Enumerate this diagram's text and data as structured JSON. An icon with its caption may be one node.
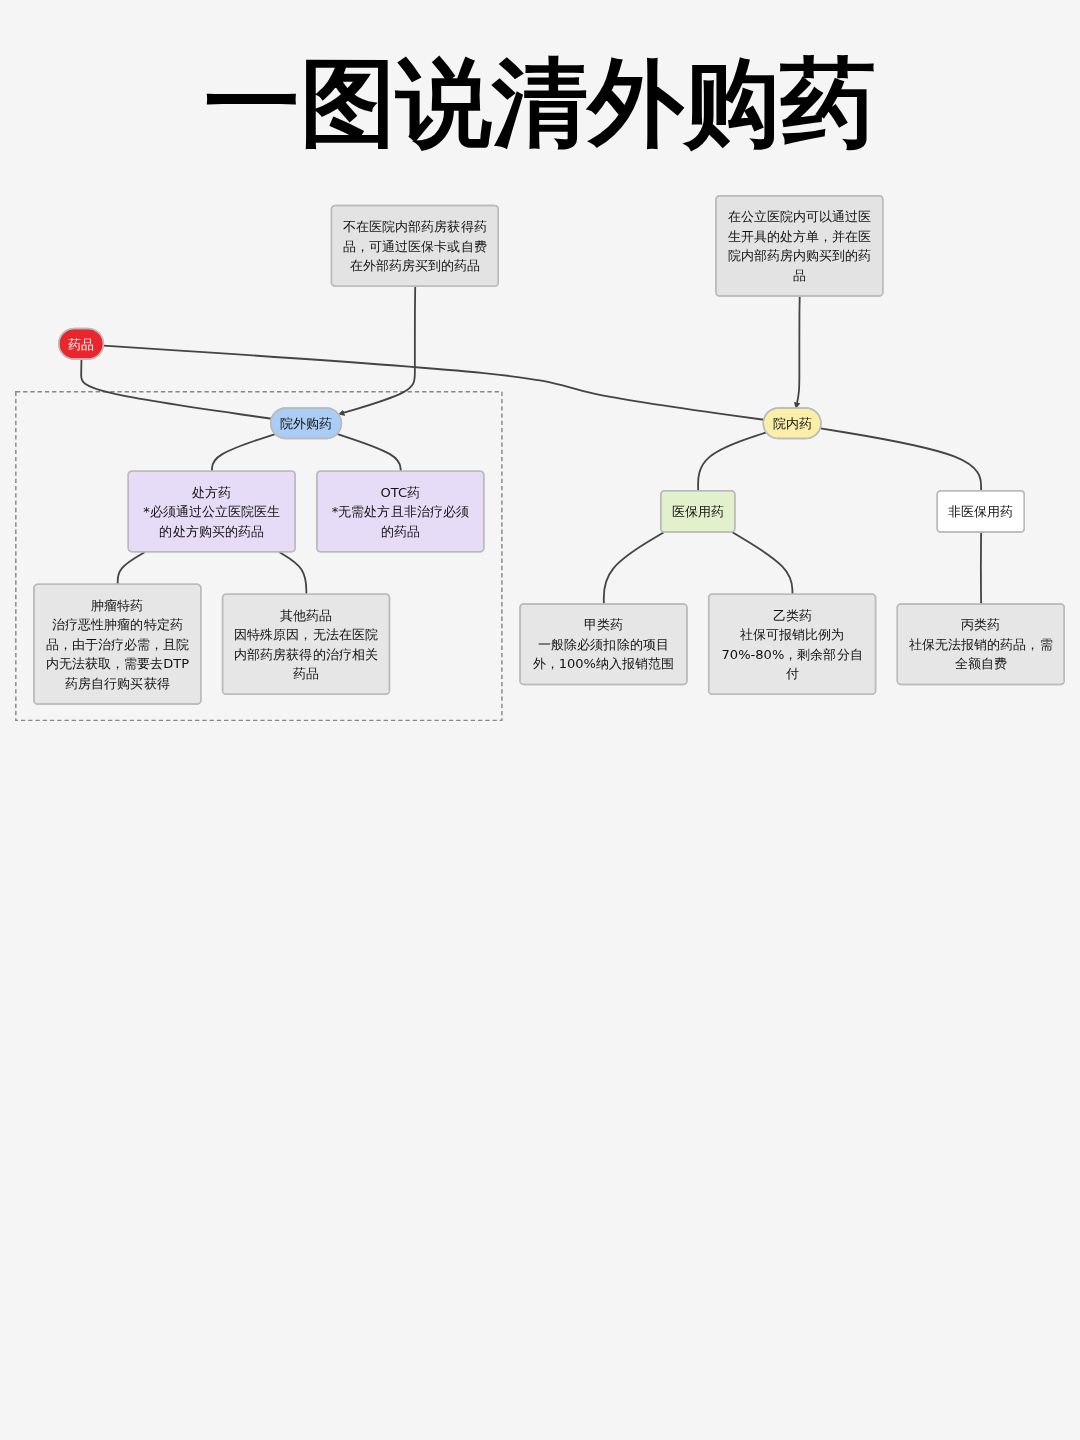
{
  "diagram": {
    "title": "一图说清外购药",
    "nodes": [
      {
        "text": [
          "药品"
        ]
      },
      {
        "text": [
          "在公立医院内可以通过医生开具的处方单，并在医院内部药房内购买到的药品"
        ]
      },
      {
        "text": [
          "不在医院内部药房获得药品，可通过医保卡或自费在外部药房买到的药品"
        ]
      },
      {
        "text": [
          "院内药"
        ]
      },
      {
        "text": [],
        "shape": "box"
      },
      {
        "text": [
          "院外购药"
        ],
        "in": 4
      },
      {
        "text": [
          "医保用药"
        ]
      },
      {
        "text": [
          "非医保用药"
        ]
      },
      {
        "text": [
          "处方药",
          "*必须通过公立医院医生的处方购买的药品"
        ],
        "in": 4
      },
      {
        "text": [
          "OTC药",
          "*无需处方且非治疗必须的药品"
        ],
        "in": 4
      },
      {
        "text": [
          "甲类药",
          "一般除必须扣除的项目外，100%纳入报销范围"
        ]
      },
      {
        "text": [
          "乙类药",
          "社保可报销比例为70%-80%，剩余部分自付"
        ]
      },
      {
        "text": [
          "丙类药",
          "社保无法报销的药品，需全额自费"
        ]
      },
      {
        "text": [
          "肿瘤特药",
          "治疗恶性肿瘤的特定药品，由于治疗必需，且院内无法获取，需要去DTP药房自行购买获得"
        ],
        "in": 4
      },
      {
        "text": [
          "其他药品",
          "因特殊原因，无法在医院内部药房获得的治疗相关药品"
        ],
        "in": 4
      }
    ],
    "edges": [
      {
        "from": 0,
        "to": 3,
        "arrow": "none"
      },
      {
        "from": 0,
        "to": 5,
        "arrow": "none"
      },
      {
        "from": 1,
        "to": 3,
        "arrow": "to"
      },
      {
        "from": 2,
        "to": 5,
        "arrow": "to"
      },
      {
        "from": 3,
        "to": 6,
        "arrow": "none"
      },
      {
        "from": 3,
        "to": 7,
        "arrow": "none"
      },
      {
        "from": 5,
        "to": 8,
        "arrow": "none"
      },
      {
        "from": 5,
        "to": 9,
        "arrow": "none"
      },
      {
        "from": 6,
        "to": 10,
        "arrow": "none"
      },
      {
        "from": 6,
        "to": 11,
        "arrow": "none"
      },
      {
        "from": 7,
        "to": 12,
        "arrow": "none"
      },
      {
        "from": 8,
        "to": 13,
        "arrow": "none"
      },
      {
        "from": 8,
        "to": 14,
        "arrow": "none"
      }
    ]
  }
}
